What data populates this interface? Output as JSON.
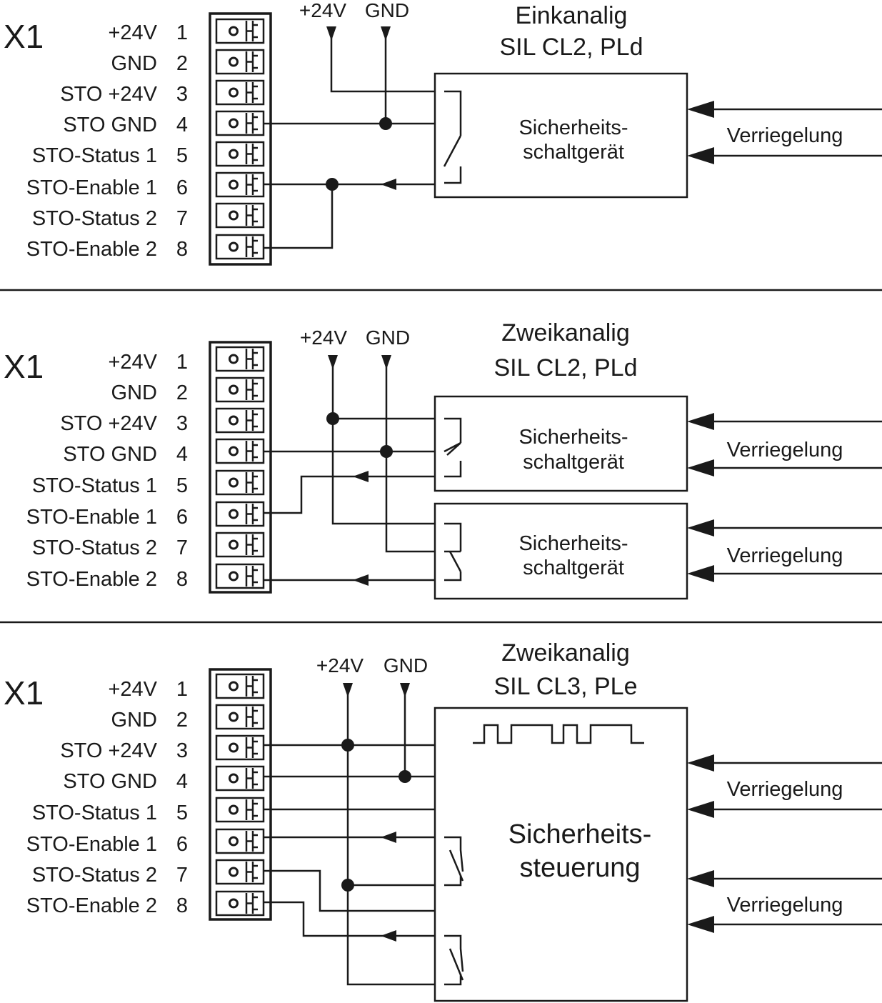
{
  "pin_labels": [
    "+24V",
    "GND",
    "STO +24V",
    "STO GND",
    "STO-Status 1",
    "STO-Enable 1",
    "STO-Status 2",
    "STO-Enable 2"
  ],
  "pin_numbers": [
    "1",
    "2",
    "3",
    "4",
    "5",
    "6",
    "7",
    "8"
  ],
  "common": {
    "connector": "X1",
    "supply_label": "+24V",
    "ground_label": "GND",
    "interlock_label": "Verriegelung"
  },
  "section1": {
    "title_line1": "Einkanalig",
    "title_line2": "SIL CL2, PLd",
    "device_line1": "Sicherheits-",
    "device_line2": "schaltgerät"
  },
  "section2": {
    "title_line1": "Zweikanalig",
    "title_line2": "SIL CL2, PLd",
    "device_line1": "Sicherheits-",
    "device_line2": "schaltgerät"
  },
  "section3": {
    "title_line1": "Zweikanalig",
    "title_line2": "SIL CL3, PLe",
    "device_line1": "Sicherheits-",
    "device_line2": "steuerung"
  }
}
